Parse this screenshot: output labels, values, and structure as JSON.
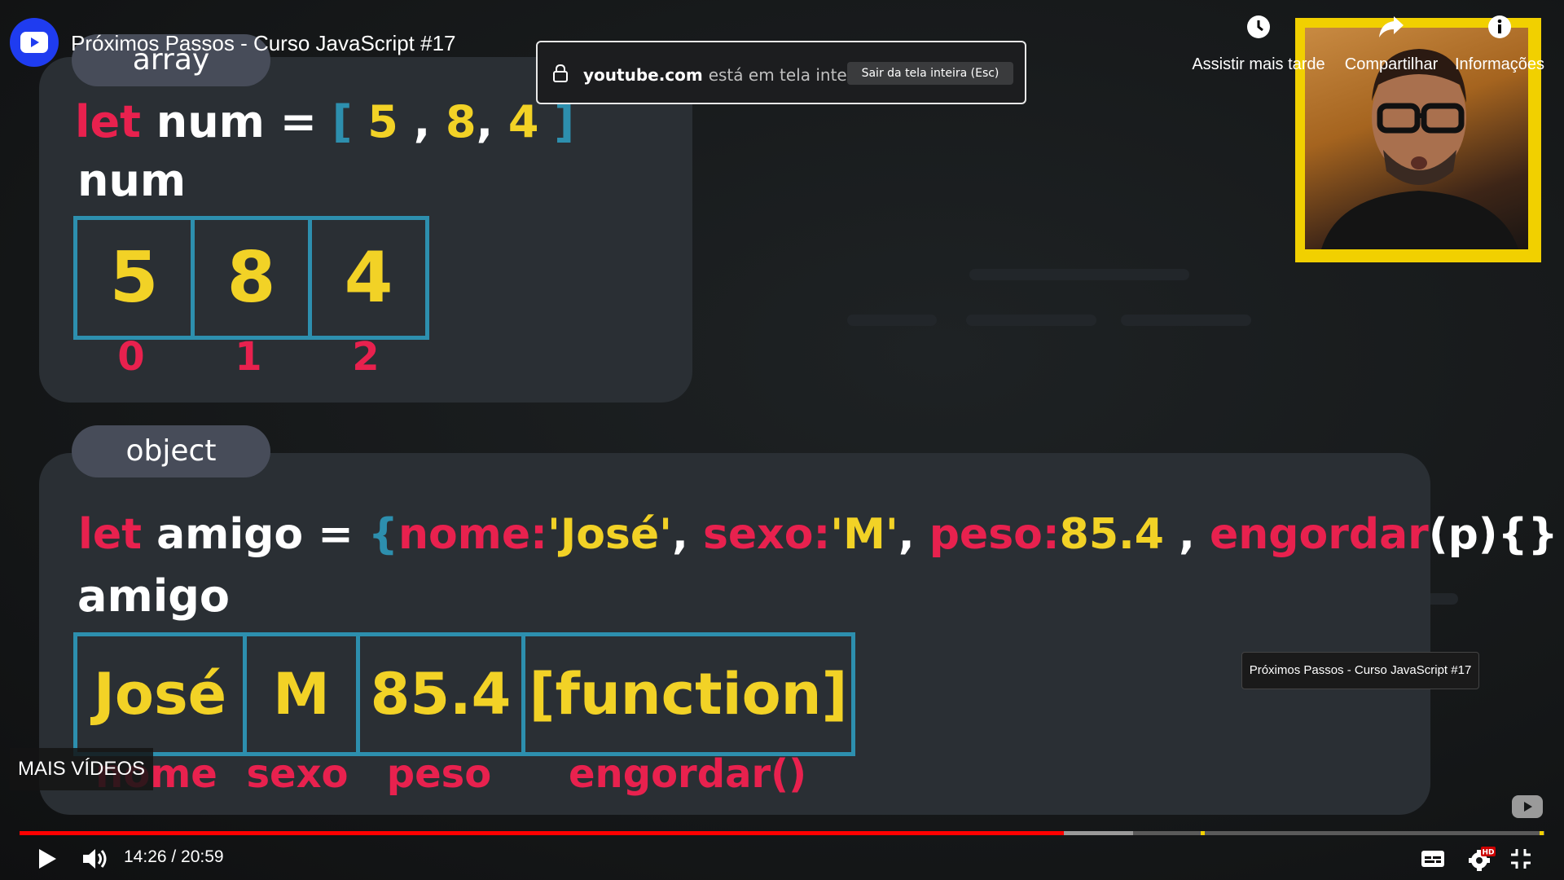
{
  "video": {
    "title": "Próximos Passos - Curso JavaScript #17",
    "time": "14:26 / 20:59",
    "progress_fraction": 0.685,
    "buffered_fraction": 0.73
  },
  "fullscreen_banner": {
    "site": "youtube.com",
    "text": "está em tela inteira",
    "exit_button": "Sair da tela inteira (Esc)"
  },
  "top_actions": {
    "watch_later": "Assistir mais tarde",
    "share": "Compartilhar",
    "info": "Informações"
  },
  "tooltip": "Próximos Passos - Curso JavaScript #17",
  "more_videos": "MAIS VÍDEOS",
  "slide": {
    "array": {
      "label": "array",
      "kw": "let",
      "var": "num",
      "eq": "=",
      "open": "[",
      "v0": "5",
      "c1": ",",
      "v1": "8",
      "c2": ",",
      "v2": "4",
      "close": "]",
      "name": "num",
      "cells": [
        "5",
        "8",
        "4"
      ],
      "indices": [
        "0",
        "1",
        "2"
      ]
    },
    "object": {
      "label": "object",
      "kw": "let",
      "var": "amigo",
      "eq": "=",
      "open": "{",
      "k1": "nome:",
      "v1": "'José'",
      "s1": ",",
      "k2": "sexo:",
      "v2": "'M'",
      "s2": ",",
      "k3": "peso:",
      "v3": "85.4",
      "s3": ",",
      "k4": "engordar",
      "v4": "(p){}",
      "close": "}",
      "name": "amigo",
      "cells": [
        "José",
        "M",
        "85.4",
        "[function]"
      ],
      "keys": [
        "nome",
        "sexo",
        "peso",
        "engordar()"
      ]
    }
  },
  "colors": {
    "keyword": "#e8214e",
    "value": "#f2d226",
    "bracket": "#2d8fae",
    "progress": "#ff0000",
    "logo": "#1f3cf0"
  }
}
